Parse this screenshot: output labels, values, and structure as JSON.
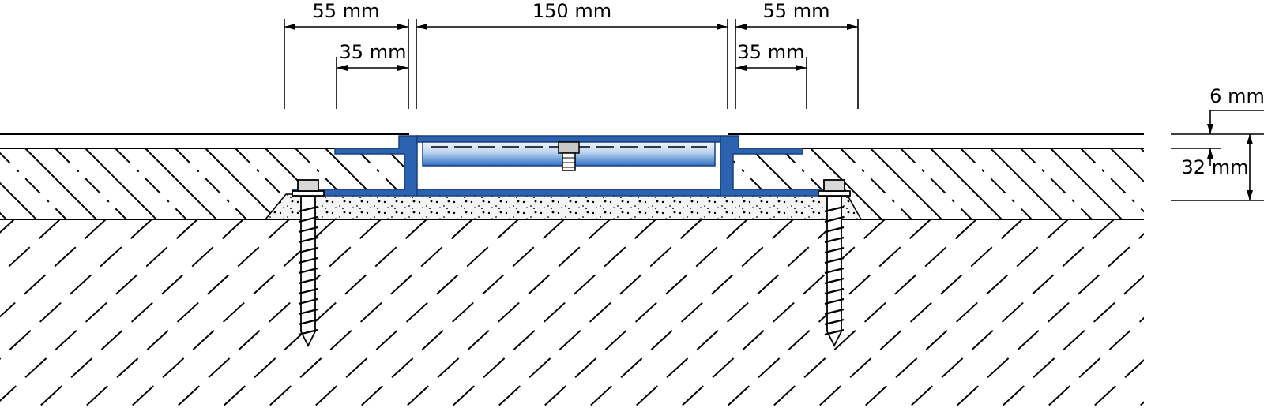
{
  "dimensions": {
    "outer_left": "55 mm",
    "inner_left": "35 mm",
    "center": "150 mm",
    "outer_right": "55 mm",
    "inner_right": "35 mm",
    "cover_height": "6 mm",
    "total_height": "32 mm"
  },
  "colors": {
    "profile_blue": "#2b63b0",
    "profile_dark": "#1b3f7a",
    "insert_light": "#cfe1f5",
    "insert_mid": "#8fb4e0",
    "screw_grey": "#9a9a9a",
    "bedding_grey": "#e8e8e8"
  }
}
